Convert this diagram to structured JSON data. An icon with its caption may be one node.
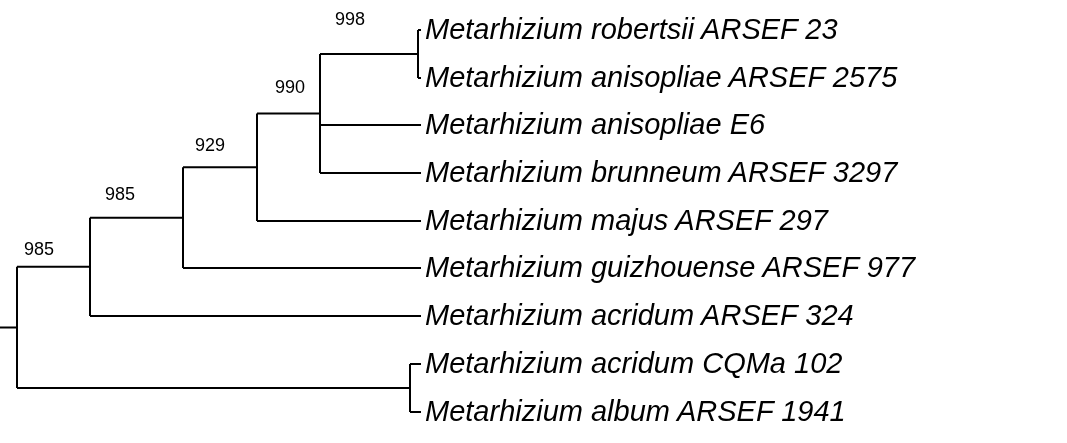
{
  "diagram": {
    "nodes": [
      {
        "text": [
          "Metarhizium robertsii ARSEF 23"
        ]
      },
      {
        "text": [
          "Metarhizium anisopliae ARSEF 2575"
        ]
      },
      {
        "text": [
          "Metarhizium anisopliae E6"
        ]
      },
      {
        "text": [
          "Metarhizium brunneum ARSEF 3297"
        ]
      },
      {
        "text": [
          "Metarhizium majus ARSEF 297"
        ]
      },
      {
        "text": [
          "Metarhizium guizhouense ARSEF 977"
        ]
      },
      {
        "text": [
          "Metarhizium acridum ARSEF 324"
        ]
      },
      {
        "text": [
          "Metarhizium acridum CQMa 102"
        ]
      },
      {
        "text": [
          "Metarhizium album ARSEF 1941"
        ]
      }
    ],
    "labels": [
      "998",
      "990",
      "929",
      "985",
      "985"
    ]
  }
}
